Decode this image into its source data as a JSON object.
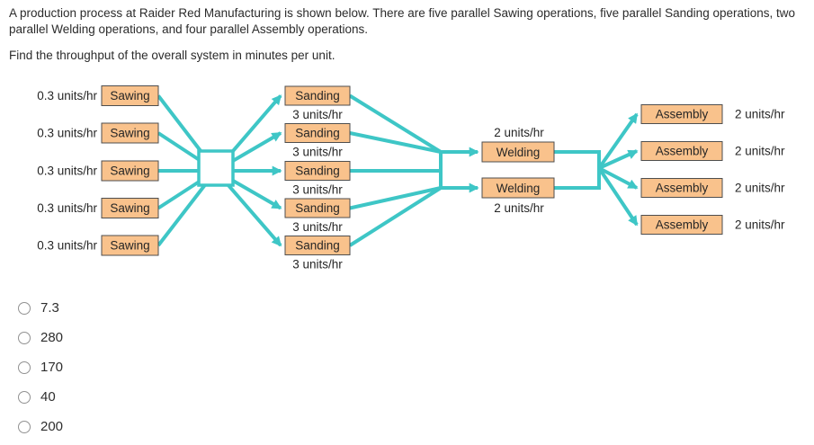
{
  "question": {
    "intro": "A production process at Raider Red Manufacturing is shown below. There are five parallel Sawing operations, five parallel Sanding operations, two parallel Welding operations, and four parallel Assembly operations.",
    "prompt": "Find the throughput of the overall system in minutes per unit."
  },
  "diagram": {
    "sawing_label": "Sawing",
    "sawing_rate": "0.3 units/hr",
    "sawing_count": 5,
    "sanding_label": "Sanding",
    "sanding_rate": "3 units/hr",
    "sanding_count": 5,
    "welding_label": "Welding",
    "welding_rate": "2 units/hr",
    "welding_count": 2,
    "assembly_label": "Assembly",
    "assembly_rate": "2 units/hr",
    "assembly_count": 4,
    "colors": {
      "flow_line": "#3ec6c6",
      "box_fill": "#f9c28c",
      "box_border": "#4e4e4e",
      "text": "#262626"
    }
  },
  "options": [
    "7.3",
    "280",
    "170",
    "40",
    "200"
  ]
}
